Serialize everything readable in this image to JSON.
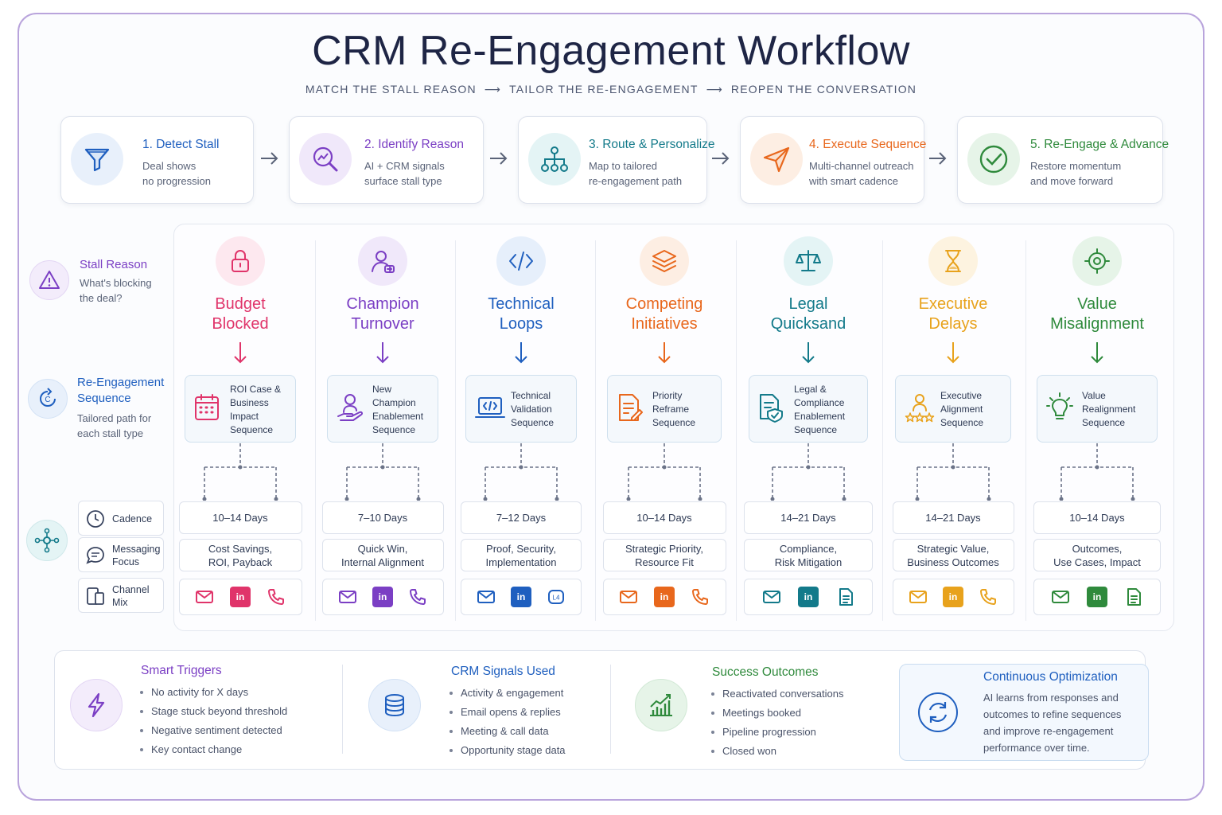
{
  "title": "CRM Re-Engagement Workflow",
  "subtitle": {
    "part1": "MATCH THE STALL REASON",
    "part2": "TAILOR THE RE-ENGAGEMENT",
    "part3": "REOPEN THE CONVERSATION",
    "arrow": "⟶"
  },
  "steps": [
    {
      "title": "1. Detect Stall",
      "desc1": "Deal shows",
      "desc2": "no progression",
      "color": "#1f5fbf",
      "icon": "funnel-icon"
    },
    {
      "title": "2. Identify Reason",
      "desc1": "AI + CRM signals",
      "desc2": "surface stall type",
      "color": "#7b3fc4",
      "icon": "magnify-chart-icon"
    },
    {
      "title": "3. Route & Personalize",
      "desc1": "Map to tailored",
      "desc2": "re-engagement path",
      "color": "#137a8a",
      "icon": "hierarchy-icon"
    },
    {
      "title": "4. Execute Sequence",
      "desc1": "Multi-channel outreach",
      "desc2": "with smart cadence",
      "color": "#e8671c",
      "icon": "paper-plane-icon"
    },
    {
      "title": "5. Re-Engage & Advance",
      "desc1": "Restore momentum",
      "desc2": "and move forward",
      "color": "#2f8a3c",
      "icon": "check-circle-icon"
    }
  ],
  "legend": {
    "stall": {
      "title": "Stall Reason",
      "desc1": "What's blocking",
      "desc2": "the deal?",
      "color": "#7b3fc4"
    },
    "seq": {
      "title1": "Re-Engagement",
      "title2": "Sequence",
      "desc1": "Tailored path for",
      "desc2": "each stall type",
      "color": "#1f5fbf"
    },
    "cadence": "Cadence",
    "messaging1": "Messaging",
    "messaging2": "Focus",
    "channel1": "Channel",
    "channel2": "Mix"
  },
  "columns": [
    {
      "t1": "Budget",
      "t2": "Blocked",
      "color": "#e0346a",
      "icon": "lock-icon",
      "seq": [
        "ROI Case &",
        "Business Impact",
        "Sequence"
      ],
      "seq_icon": "calendar-icon",
      "cadence": "10–14 Days",
      "focus1": "Cost Savings,",
      "focus2": "ROI, Payback",
      "channels": [
        "email-icon",
        "linkedin-icon",
        "phone-icon"
      ]
    },
    {
      "t1": "Champion",
      "t2": "Turnover",
      "color": "#7b3fc4",
      "icon": "person-swap-icon",
      "seq": [
        "New Champion",
        "Enablement",
        "Sequence"
      ],
      "seq_icon": "person-hand-icon",
      "cadence": "7–10 Days",
      "focus1": "Quick Win,",
      "focus2": "Internal Alignment",
      "channels": [
        "email-icon",
        "linkedin-icon",
        "phone-icon"
      ]
    },
    {
      "t1": "Technical",
      "t2": "Loops",
      "color": "#1f5fbf",
      "icon": "code-icon",
      "seq": [
        "Technical",
        "Validation",
        "Sequence"
      ],
      "seq_icon": "laptop-code-icon",
      "cadence": "7–12 Days",
      "focus1": "Proof, Security,",
      "focus2": "Implementation",
      "channels": [
        "email-icon",
        "linkedin-icon",
        "video-icon"
      ]
    },
    {
      "t1": "Competing",
      "t2": "Initiatives",
      "color": "#e8671c",
      "icon": "layers-icon",
      "seq": [
        "Priority Reframe",
        "Sequence"
      ],
      "seq_icon": "document-edit-icon",
      "cadence": "10–14 Days",
      "focus1": "Strategic Priority,",
      "focus2": "Resource Fit",
      "channels": [
        "email-icon",
        "linkedin-icon",
        "phone-icon"
      ]
    },
    {
      "t1": "Legal",
      "t2": "Quicksand",
      "color": "#137a8a",
      "icon": "scales-icon",
      "seq": [
        "Legal & Compliance",
        "Enablement",
        "Sequence"
      ],
      "seq_icon": "document-shield-icon",
      "cadence": "14–21 Days",
      "focus1": "Compliance,",
      "focus2": "Risk Mitigation",
      "channels": [
        "email-icon",
        "linkedin-icon",
        "document-icon"
      ]
    },
    {
      "t1": "Executive",
      "t2": "Delays",
      "color": "#e8a21c",
      "icon": "hourglass-icon",
      "seq": [
        "Executive",
        "Alignment",
        "Sequence"
      ],
      "seq_icon": "person-stars-icon",
      "cadence": "14–21 Days",
      "focus1": "Strategic Value,",
      "focus2": "Business Outcomes",
      "channels": [
        "email-icon",
        "linkedin-icon",
        "phone-icon"
      ]
    },
    {
      "t1": "Value",
      "t2": "Misalignment",
      "color": "#2f8a3c",
      "icon": "target-icon",
      "seq": [
        "Value Realignment",
        "Sequence"
      ],
      "seq_icon": "lightbulb-icon",
      "cadence": "10–14 Days",
      "focus1": "Outcomes,",
      "focus2": "Use Cases, Impact",
      "channels": [
        "email-icon",
        "linkedin-icon",
        "document-icon"
      ]
    }
  ],
  "bottom": {
    "triggers": {
      "title": "Smart Triggers",
      "color": "#7b3fc4",
      "items": [
        "No activity for X days",
        "Stage stuck beyond threshold",
        "Negative sentiment detected",
        "Key contact change"
      ]
    },
    "signals": {
      "title": "CRM Signals Used",
      "color": "#1f5fbf",
      "items": [
        "Activity & engagement",
        "Email opens & replies",
        "Meeting & call data",
        "Opportunity stage data"
      ]
    },
    "outcomes": {
      "title": "Success Outcomes",
      "color": "#2f8a3c",
      "items": [
        "Reactivated conversations",
        "Meetings booked",
        "Pipeline progression",
        "Closed won"
      ]
    },
    "optimization": {
      "title": "Continuous Optimization",
      "color": "#1f5fbf",
      "lines": [
        "AI learns from responses and",
        "outcomes to refine sequences",
        "and improve re-engagement",
        "performance over time."
      ]
    }
  },
  "linkedin_glyph": "in"
}
